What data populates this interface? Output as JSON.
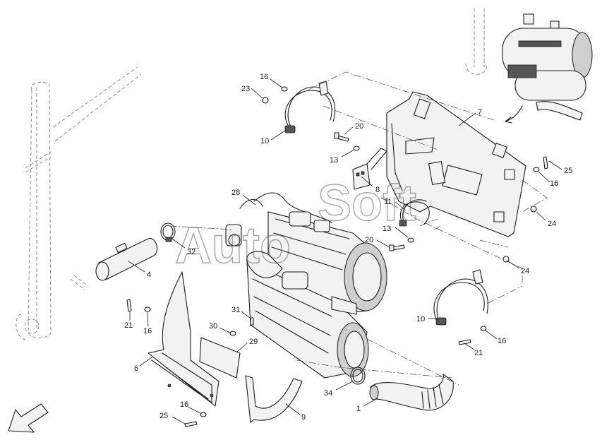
{
  "watermark": {
    "word1": "Auto",
    "word2": "Soft"
  },
  "callouts": [
    {
      "id": "c16a",
      "text": "16"
    },
    {
      "id": "c23",
      "text": "23"
    },
    {
      "id": "c10a",
      "text": "10"
    },
    {
      "id": "c20a",
      "text": "20"
    },
    {
      "id": "c13a",
      "text": "13"
    },
    {
      "id": "c8",
      "text": "8"
    },
    {
      "id": "c7",
      "text": "7"
    },
    {
      "id": "c25a",
      "text": "25"
    },
    {
      "id": "c16b",
      "text": "16"
    },
    {
      "id": "c11",
      "text": "11"
    },
    {
      "id": "c13b",
      "text": "13"
    },
    {
      "id": "c24a",
      "text": "24"
    },
    {
      "id": "c20b",
      "text": "20"
    },
    {
      "id": "c24b",
      "text": "24"
    },
    {
      "id": "c28",
      "text": "28"
    },
    {
      "id": "c32",
      "text": "32"
    },
    {
      "id": "c4",
      "text": "4"
    },
    {
      "id": "c21a",
      "text": "21"
    },
    {
      "id": "c16c",
      "text": "16"
    },
    {
      "id": "c31",
      "text": "31"
    },
    {
      "id": "c30",
      "text": "30"
    },
    {
      "id": "c29",
      "text": "29"
    },
    {
      "id": "c6",
      "text": "6"
    },
    {
      "id": "c10b",
      "text": "10"
    },
    {
      "id": "c16d",
      "text": "16"
    },
    {
      "id": "c21b",
      "text": "21"
    },
    {
      "id": "c34",
      "text": "34"
    },
    {
      "id": "c1",
      "text": "1"
    },
    {
      "id": "c9",
      "text": "9"
    },
    {
      "id": "c16e",
      "text": "16"
    },
    {
      "id": "c25b",
      "text": "25"
    }
  ]
}
